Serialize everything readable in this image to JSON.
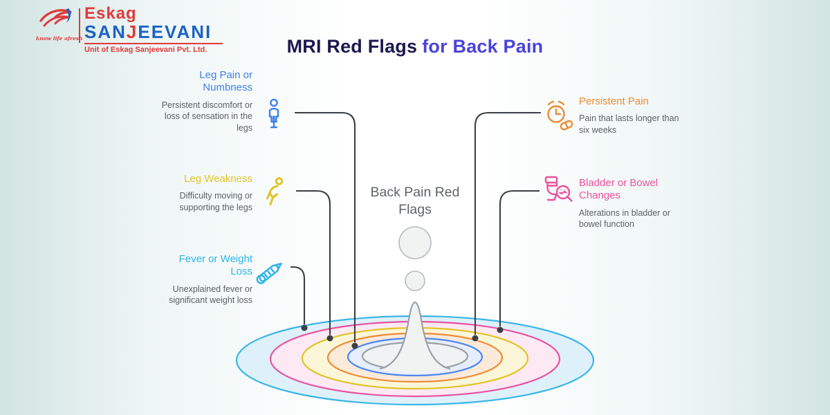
{
  "logo": {
    "tagline": "know life afresh",
    "brand_red": "Eskag",
    "brand_blue_pre": "SAN",
    "brand_j": "J",
    "brand_blue_post": "EEVANI",
    "unit": "Unit of Eskag Sanjeevani Pvt. Ltd.",
    "colors": {
      "red": "#e03a3a",
      "blue": "#1b62c5"
    }
  },
  "title": {
    "part1": "MRI Red Flags",
    "part2": "for Back Pain",
    "part1_color": "#1b1850",
    "part2_color": "#4a43dd"
  },
  "center": {
    "line1": "Back Pain Red",
    "line2": "Flags"
  },
  "items_left": [
    {
      "title": "Leg Pain or Numbness",
      "description": "Persistent discomfort or loss of sensation in the legs",
      "color": "#4080ea",
      "icon": "person-icon"
    },
    {
      "title": "Leg Weakness",
      "description": "Difficulty moving or supporting the legs",
      "color": "#e2c326",
      "icon": "walking-person-icon"
    },
    {
      "title": "Fever or Weight Loss",
      "description": "Unexplained fever or significant weight loss",
      "color": "#2fb3e8",
      "icon": "thermometer-icon"
    }
  ],
  "items_right": [
    {
      "title": "Persistent Pain",
      "description": "Pain that lasts longer than six weeks",
      "color": "#ec8b33",
      "icon": "clock-pill-icon"
    },
    {
      "title": "Bladder or Bowel Changes",
      "description": "Alterations in bladder or bowel function",
      "color": "#e9519f",
      "icon": "toilet-magnifier-icon"
    }
  ],
  "ripple": {
    "rings": [
      {
        "stroke": "#3ab5e8",
        "fill": "#def1fb"
      },
      {
        "stroke": "#e9519f",
        "fill": "#fce9f4"
      },
      {
        "stroke": "#e2c326",
        "fill": "#fcf6d9"
      },
      {
        "stroke": "#ec8b33",
        "fill": "#fbead9"
      },
      {
        "stroke": "#4c86f0",
        "fill": "#e6edfb"
      },
      {
        "stroke": "#9aa0a6",
        "fill": "#f1f2f3"
      }
    ],
    "connector_color": "#3a3f45",
    "drop_fill": "#f1f2f2",
    "drop_stroke": "#9aa0a6"
  }
}
